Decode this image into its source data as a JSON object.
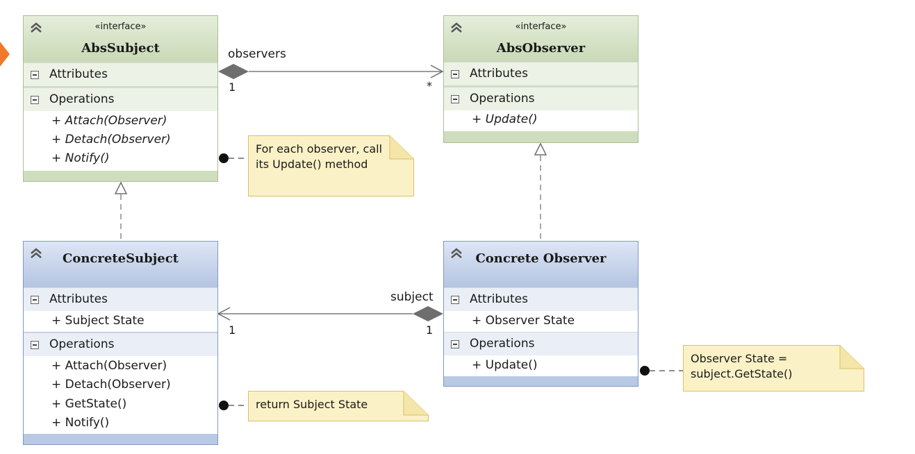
{
  "abs_subject": {
    "stereotype": "«interface»",
    "name": "AbsSubject",
    "attributes_label": "Attributes",
    "operations_label": "Operations",
    "operations": [
      "+ Attach(Observer)",
      "+ Detach(Observer)",
      "+ Notify()"
    ]
  },
  "abs_observer": {
    "stereotype": "«interface»",
    "name": "AbsObserver",
    "attributes_label": "Attributes",
    "operations_label": "Operations",
    "operations": [
      "+ Update()"
    ]
  },
  "concrete_subject": {
    "name": "ConcreteSubject",
    "attributes_label": "Attributes",
    "attributes": [
      "+ Subject State"
    ],
    "operations_label": "Operations",
    "operations": [
      "+ Attach(Observer)",
      "+ Detach(Observer)",
      "+ GetState()",
      "+ Notify()"
    ]
  },
  "concrete_observer": {
    "name": "Concrete Observer",
    "attributes_label": "Attributes",
    "attributes": [
      "+ Observer State"
    ],
    "operations_label": "Operations",
    "operations": [
      "+ Update()"
    ]
  },
  "notes": {
    "notify_note": "For each observer, call\nits Update() method",
    "getstate_note": "return Subject State",
    "update_note": "Observer State =\nsubject.GetState()"
  },
  "associations": {
    "observers_role": "observers",
    "observers_source_mult": "1",
    "observers_target_mult": "*",
    "subject_role": "subject",
    "subject_source_mult": "1",
    "subject_target_mult": "1"
  },
  "colors": {
    "interface_fill": "#cfddbf",
    "concrete_fill": "#b9c8e3",
    "note_fill": "#fbf1c6",
    "accent_marker": "#f07a2a"
  }
}
